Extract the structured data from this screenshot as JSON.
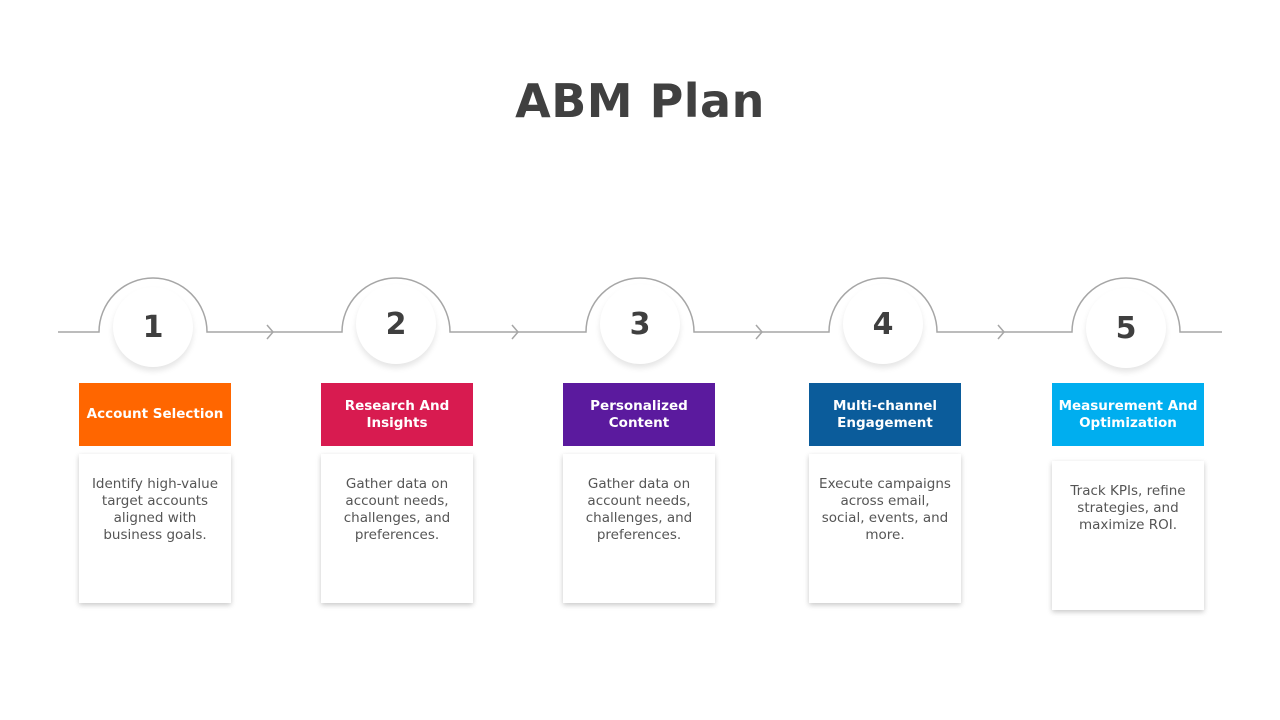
{
  "title": "ABM Plan",
  "steps": [
    {
      "number": "1",
      "heading": "Account Selection",
      "description": "Identify high-value target accounts aligned with business goals.",
      "color": "#FF6600"
    },
    {
      "number": "2",
      "heading": "Research And Insights",
      "description": "Gather data on account needs, challenges, and preferences.",
      "color": "#D81B50"
    },
    {
      "number": "3",
      "heading": "Personalized Content",
      "description": "Gather data on account needs, challenges, and preferences.",
      "color": "#5B1A9E"
    },
    {
      "number": "4",
      "heading": "Multi-channel Engagement",
      "description": "Execute campaigns across email, social, events, and more.",
      "color": "#0B5C9B"
    },
    {
      "number": "5",
      "heading": "Measurement And Optimization",
      "description": "Track KPIs, refine strategies, and maximize ROI.",
      "color": "#00AEEF"
    }
  ],
  "line_color": "#A6A6A6"
}
